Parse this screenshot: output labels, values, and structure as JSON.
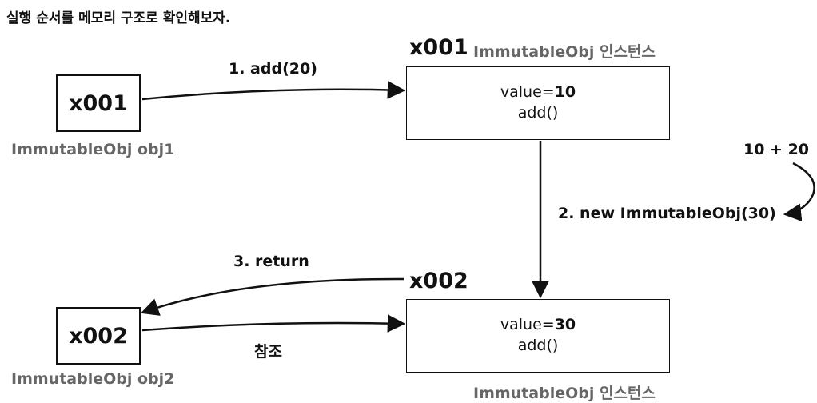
{
  "title": "실행 순서를 메모리 구조로 확인해보자.",
  "instance1": {
    "address": "x001",
    "type_label": "ImmutableObj 인스턴스",
    "value_prefix": "value=",
    "value": "10",
    "method": "add()"
  },
  "instance2": {
    "address": "x002",
    "type_label": "ImmutableObj 인스턴스",
    "value_prefix": "value=",
    "value": "30",
    "method": "add()"
  },
  "ref1": {
    "value": "x001",
    "label": "ImmutableObj obj1"
  },
  "ref2": {
    "value": "x002",
    "label": "ImmutableObj obj2"
  },
  "steps": {
    "step1": "1. add(20)",
    "step2": "2. new ImmutableObj(30)",
    "step3": "3. return",
    "calc": "10 + 20",
    "reference": "참조"
  }
}
